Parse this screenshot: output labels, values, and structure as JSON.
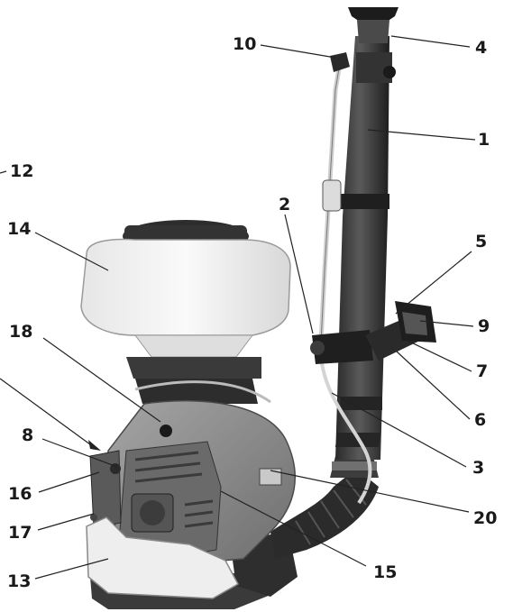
{
  "callouts": {
    "c1": "1",
    "c2": "2",
    "c3": "3",
    "c4": "4",
    "c5": "5",
    "c6": "6",
    "c7": "7",
    "c8": "8",
    "c9": "9",
    "c10": "10",
    "c12": "12",
    "c13": "13",
    "c14": "14",
    "c15": "15",
    "c16": "16",
    "c17": "17",
    "c18": "18",
    "c20": "20"
  },
  "colors": {
    "tube": "#3c3c3c",
    "tube_dark": "#262626",
    "tank": "#f2f2f2",
    "engine": "#8a8a8a",
    "leader_line": "#222222"
  }
}
